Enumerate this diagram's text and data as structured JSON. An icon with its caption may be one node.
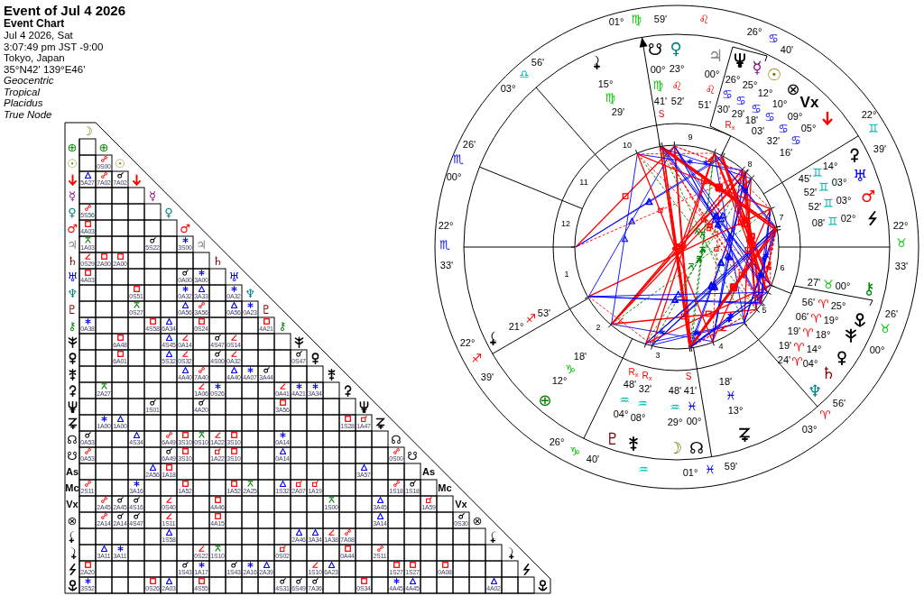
{
  "diagram": {
    "title": "Event of Jul 4 2026",
    "labels": [
      "Event Chart",
      "Jul 4 2026, Sat",
      "3:07:49 pm JST -9:00",
      "Tokyo, Japan",
      "35°N42' 139°E46'",
      "Geocentric",
      "Tropical",
      "Placidus",
      "True Node",
      "01°",
      "♍",
      "59'",
      "♌",
      "26°",
      "♋",
      "40'",
      "56'",
      "♎",
      "03°",
      "22°",
      "♊",
      "39'",
      "26'",
      "♏",
      "00°",
      "22°",
      "♏",
      "33'",
      "22°",
      "♉",
      "33'",
      "26'",
      "♉",
      "00°",
      "22°",
      "♐",
      "39'",
      "56'",
      "♈",
      "03°",
      "26°",
      "♑",
      "40'",
      "♒",
      "01°",
      "♓",
      "59'",
      "10",
      "9",
      "11",
      "8",
      "12",
      "7",
      "1",
      "6",
      "2",
      "5",
      "3",
      "4",
      "15°",
      "♍",
      "29'",
      "☋",
      "00°",
      "♍",
      "41'",
      "S",
      "♀",
      "23°",
      "♌",
      "52'",
      "♃",
      "00°",
      "♌",
      "51'",
      "26°",
      "♋",
      "30'",
      "☿",
      "25°",
      "♋",
      "29'",
      "R$_{x}$",
      "☉",
      "12°",
      "♋",
      "18'",
      "⊗",
      "10°",
      "♋",
      "03'",
      "Vx",
      "09°",
      "♋",
      "32'",
      "05°",
      "♋",
      "16'",
      "45'",
      "♊",
      "14°",
      "52'",
      "♊",
      "03°",
      "♅",
      "52'",
      "♊",
      "03°",
      "♂",
      "08'",
      "♊",
      "02°",
      "27'",
      "♉",
      "00°",
      "⚷",
      "56'",
      "♈",
      "25°",
      "06'",
      "♈",
      "19°",
      "19'",
      "♈",
      "18°",
      "19'",
      "♈",
      "14°",
      "♄",
      "24'",
      "♈",
      "04°",
      "♆",
      "21°",
      "♐",
      "53'",
      "18'",
      "♑",
      "12°",
      "⊕",
      "R$_{x}$",
      "48'",
      "♒",
      "04°",
      "♇",
      "R$_{x}$",
      "32'",
      "♒",
      "08°",
      "48'",
      "♒",
      "29°",
      "☽",
      "S",
      "41'",
      "♓",
      "00°",
      "☊",
      "18'",
      "♓",
      "13°",
      "☽",
      "⊕",
      "⊕",
      "☉",
      "0S00",
      "☉",
      "5A27",
      "7A02",
      "7A02",
      "☿",
      "☿",
      "♀",
      "5S56",
      "♀",
      "♂",
      "4A03",
      "♂",
      "♃",
      "1A03",
      "5S22",
      "3S00",
      "♃",
      "♄",
      "0S29",
      "2A00",
      "2A00",
      "♄",
      "♅",
      "4A03",
      "0A00",
      "3A00",
      "♅",
      "♆",
      "0S51",
      "0A32",
      "3A33",
      "0A32",
      "♆",
      "♇",
      "0S27",
      "0A56",
      "3A56",
      "0A56",
      "0A23",
      "♇",
      "⚷",
      "0A38",
      "4S58",
      "6A34",
      "0S24",
      "4A21",
      "⚷",
      "6A48",
      "4S45",
      "0A14",
      "4S47",
      "0S14",
      "6A01",
      "5S32",
      "0S32",
      "4S00",
      "0A32",
      "0S47",
      "4A40",
      "7A40",
      "4A40",
      "4A07",
      "3A44",
      "2A27",
      "1A06",
      "0S26",
      "0A41",
      "4A21",
      "3A34",
      "1S01",
      "4A20",
      "3A56",
      "1A00",
      "1A00",
      "1S28",
      "1A47",
      "☊",
      "0A53",
      "4S34",
      "6A49",
      "3S10",
      "0S10",
      "1A22",
      "3S10",
      "0A14",
      "☊",
      "☋",
      "0A53",
      "6A49",
      "3S10",
      "1A22",
      "3S10",
      "0A14",
      "0S00",
      "☋",
      "As",
      "2A56",
      "1A18",
      "3A57",
      "As",
      "Mc",
      "2S11",
      "3A16",
      "1A52",
      "1A52",
      "2A25",
      "1S32",
      "2A07",
      "1A19",
      "1S18",
      "1S18",
      "Mc",
      "Vx",
      "2A45",
      "2A45",
      "4S16",
      "0S40",
      "4A46",
      "1S00",
      "3A45",
      "1A59",
      "Vx",
      "⊗",
      "2A14",
      "2A14",
      "4S47",
      "1S11",
      "4A15",
      "3A14",
      "0S30",
      "⊗",
      "1S58",
      "2A46",
      "3A34",
      "1A38",
      "7A08",
      "3A11",
      "3A11",
      "0S22",
      "1S10",
      "0S02",
      "0A44",
      "2S11",
      "2A20",
      "1S43",
      "1A17",
      "1S43",
      "2A16",
      "2A39",
      "1S10",
      "6A23",
      "1S27",
      "1S27",
      "0A08",
      "3S52",
      "0S26",
      "2A03",
      "4S55",
      "4S31",
      "6S49",
      "7A36",
      "0S34",
      "4A45",
      "4A45",
      "4A02"
    ]
  }
}
